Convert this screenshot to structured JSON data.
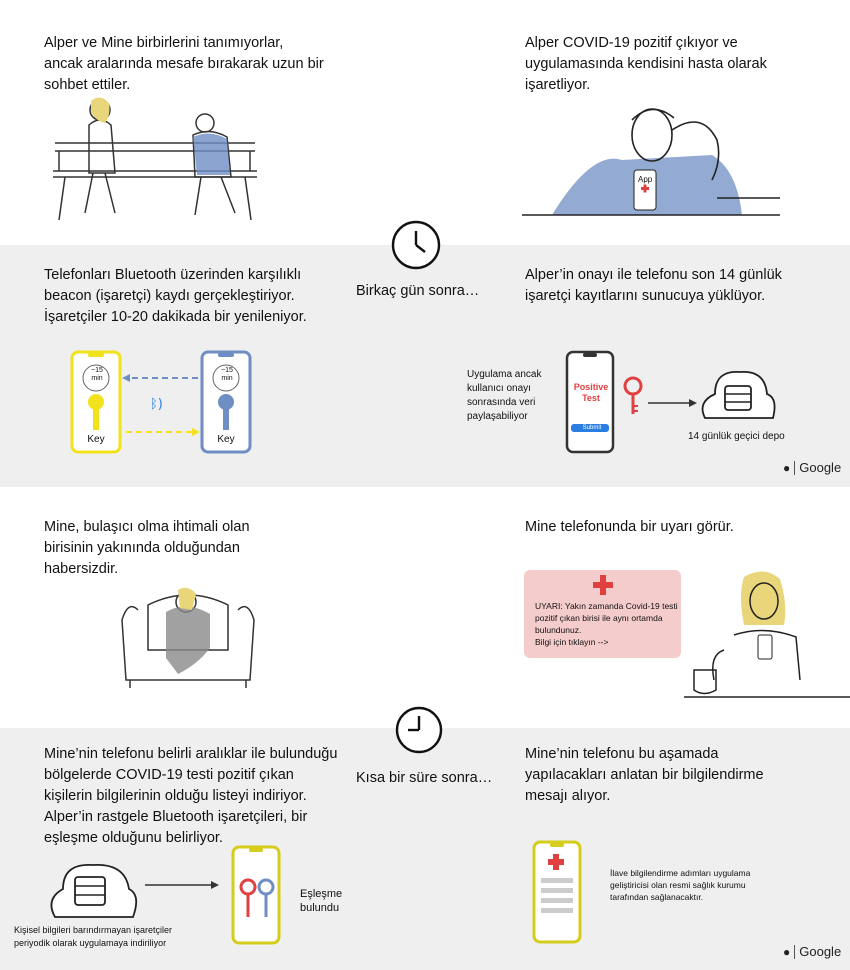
{
  "steps": {
    "s1": "Alper ve Mine birbirlerini tanımıyorlar, ancak aralarında mesafe bırakarak uzun bir sohbet ettiler.",
    "s2": "Alper COVID-19 pozitif çıkıyor ve uygulamasında kendisini hasta olarak işaretliyor.",
    "s3": "Telefonları Bluetooth üzerinden karşılıklı beacon (işaretçi) kaydı gerçekleştiriyor. İşaretçiler 10-20 dakikada bir yenileniyor.",
    "s4": "Alper’in onayı ile telefonu son 14 günlük işaretçi kayıtlarını sunucuya yüklüyor.",
    "s5": "Mine, bulaşıcı olma ihtimali olan birisinin yakınında olduğundan habersizdir.",
    "s6": "Mine telefonunda bir uyarı görür.",
    "s7": "Mine’nin telefonu belirli aralıklar ile bulunduğu bölgelerde  COVID-19 testi pozitif çıkan kişilerin bilgilerinin olduğu listeyi indiriyor. Alper’in rastgele Bluetooth işaretçileri, bir eşleşme olduğunu belirliyor.",
    "s8": "Mine’nin telefonu bu aşamada yapılacakları anlatan bir bilgilendirme mesajı alıyor."
  },
  "timers": {
    "t1": "Birkaç gün sonra…",
    "t2": "Kısa bir süre sonra…"
  },
  "labels": {
    "phone_min": "~15",
    "phone_min2": "min",
    "phone_key": "Key",
    "app_badge": "App",
    "positive_test": "Positive Test",
    "submit": "Submit",
    "consent_note": "Uygulama ancak kullanıcı onayı sonrasında veri paylaşabiliyor",
    "temp_store": "14 günlük geçici depo",
    "alert_text": "UYARI: Yakın zamanda Covid-19 testi pozitif çıkan birisi ile aynı ortamda bulundunuz.",
    "alert_link": "Bilgi için tıklayın -->",
    "download_note": "Kişisel bilgileri barındırmayan işaretçiler periyodik olarak uygulamaya indiriliyor",
    "match_found": "Eşleşme bulundu",
    "info_note": "İlave bilgilendirme adımları uygulama geliştiricisi olan resmi sağlık kurumu tarafından sağlanacaktır."
  },
  "brand": {
    "text": "Google",
    "logo": "apple-icon"
  },
  "colors": {
    "band": "#efefef",
    "yellow": "#f2e21c",
    "blue": "#6f8fc4",
    "red": "#e04040",
    "alert_bg": "#f5cccc"
  }
}
